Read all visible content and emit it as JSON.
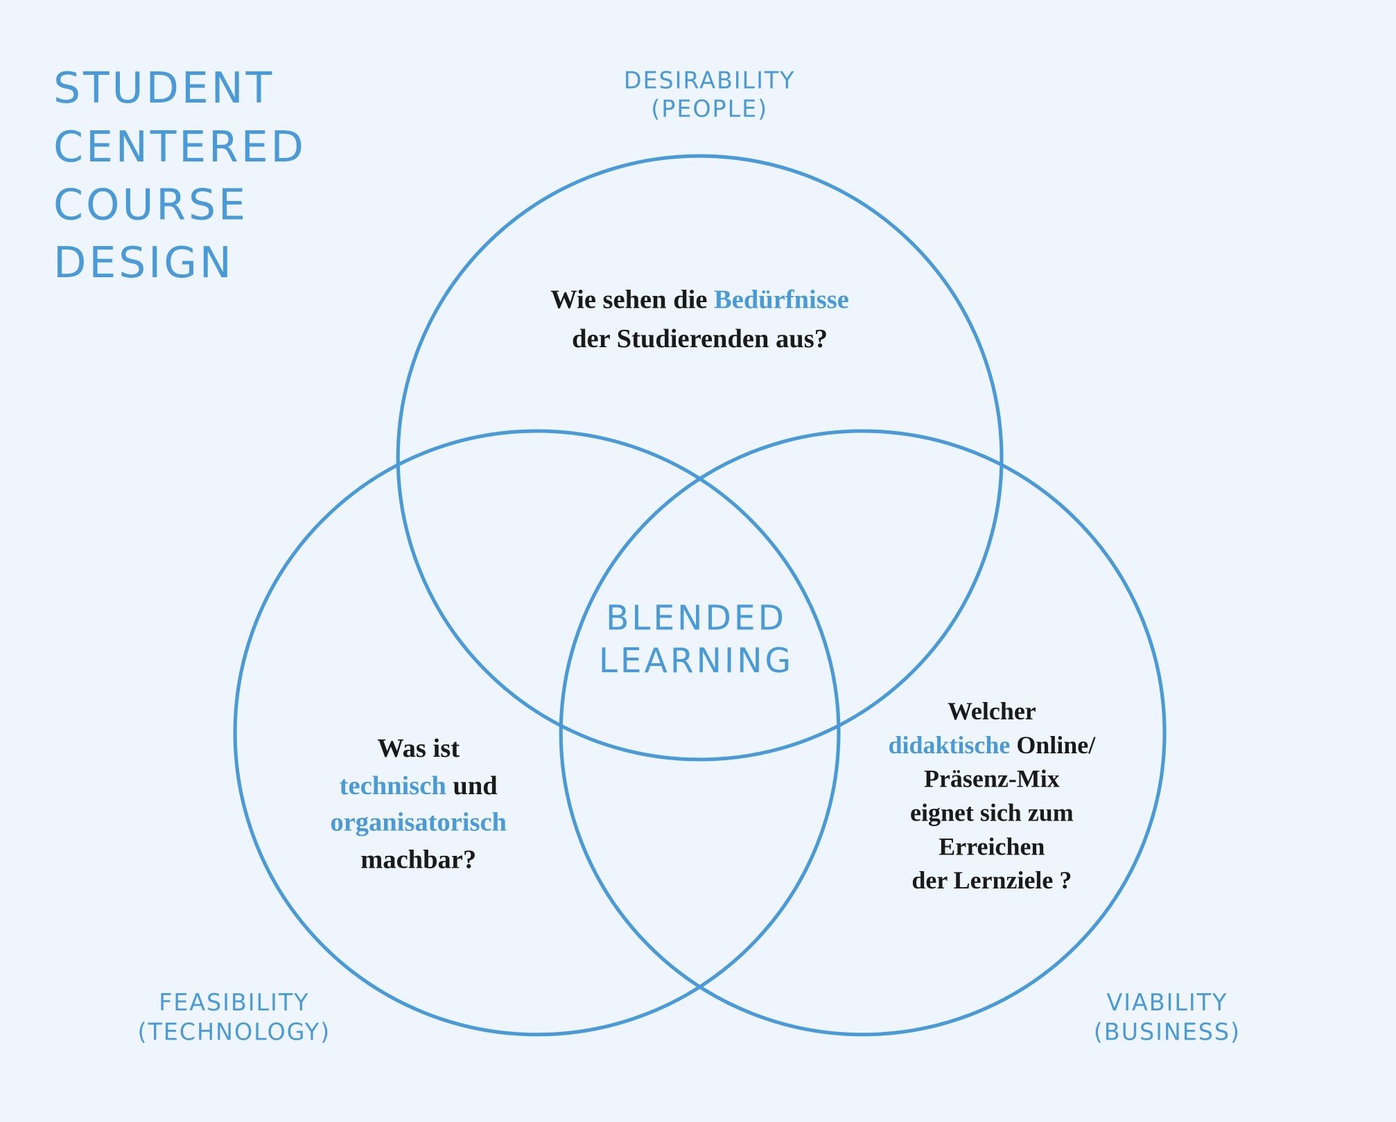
{
  "title_lines": [
    "STUDENT",
    "CENTERED",
    "COURSE",
    "DESIGN"
  ],
  "labels": {
    "desirability": [
      "DESIRABILITY",
      "(PEOPLE)"
    ],
    "feasibility": [
      "FEASIBILITY",
      "(TECHNOLOGY)"
    ],
    "viability": [
      "VIABILITY",
      "(BUSINESS)"
    ]
  },
  "center": [
    "BLENDED",
    "LEARNING"
  ],
  "top_question": {
    "l1a": "Wie sehen die ",
    "l1b": "Bedürfnisse",
    "l2": "der Studierenden aus?"
  },
  "left_question": {
    "l1": "Was ist",
    "l2a": "technisch",
    "l2b": " und",
    "l3": "organisatorisch",
    "l4": "machbar?"
  },
  "right_question": {
    "l1": "Welcher",
    "l2a": "didaktische",
    "l2b": " Online/",
    "l3": "Präsenz-Mix",
    "l4": "eignet sich zum",
    "l5": "Erreichen",
    "l6": "der Lernziele ?"
  },
  "colors": {
    "accent": "#4a9ad8",
    "background": "#eef5fc",
    "text": "#1a1a1a"
  }
}
